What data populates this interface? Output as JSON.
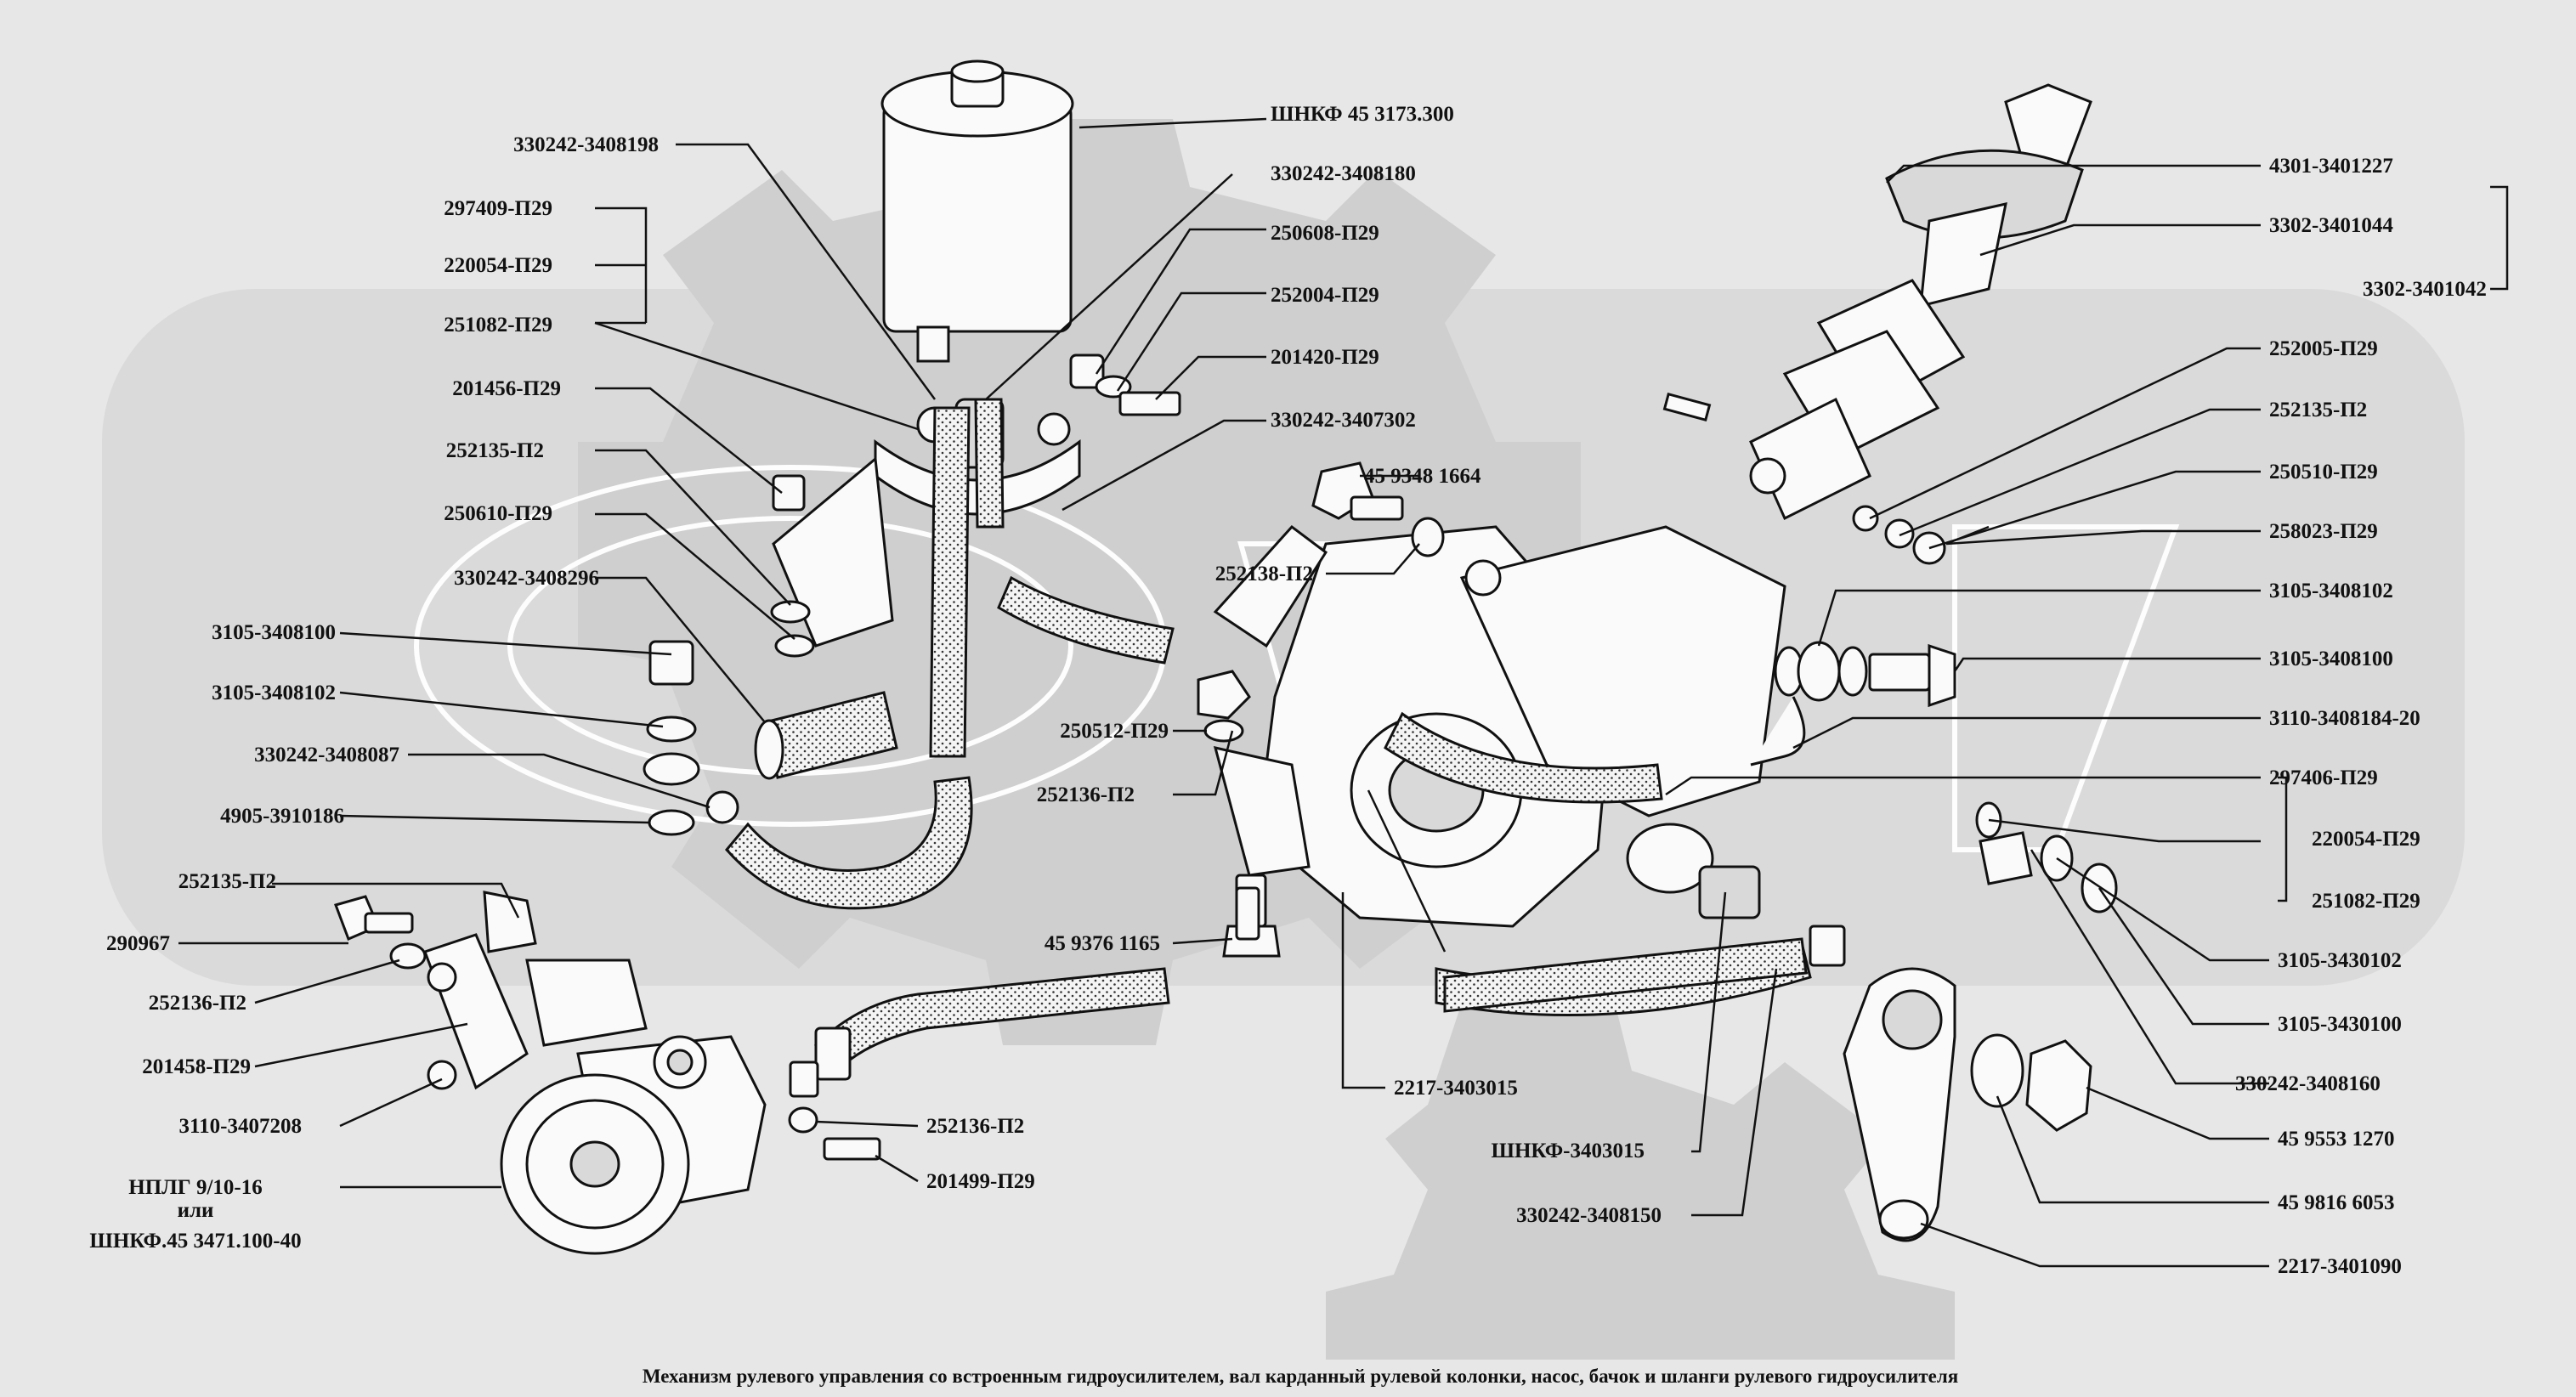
{
  "caption": "Механизм рулевого управления со   встроенным гидроусилителем, вал карданный рулевой колонки, насос, бачок и шланги рулевого гидроусилителя",
  "labels": {
    "l_shnkf45_3173": "ШНКФ 45 3173.300",
    "l_330242_3408198": "330242-3408198",
    "l_330242_3408180": "330242-3408180",
    "l_297409": "297409-П29",
    "l_250608": "250608-П29",
    "l_220054_left": "220054-П29",
    "l_252004": "252004-П29",
    "l_251082_left": "251082-П29",
    "l_201420": "201420-П29",
    "l_201456": "201456-П29",
    "l_330242_3407302": "330242-3407302",
    "l_252135_a": "252135-П2",
    "l_459348": "45 9348 1664",
    "l_250610": "250610-П29",
    "l_330242_3408296": "330242-3408296",
    "l_252138": "252138-П2",
    "l_3105_3408100_left": "3105-3408100",
    "l_3105_3408102_left": "3105-3408102",
    "l_250512": "250512-П29",
    "l_330242_3408087": "330242-3408087",
    "l_252136_a": "252136-П2",
    "l_4905_3910186": "4905-3910186",
    "l_252135_b": "252135-П2",
    "l_290967": "290967",
    "l_459376": "45 9376 1165",
    "l_252136_b": "252136-П2",
    "l_201458": "201458-П29",
    "l_2217_3403015": "2217-3403015",
    "l_3110_3407208": "3110-3407208",
    "l_252136_c": "252136-П2",
    "l_shnkf_3403015": "ШНКФ-3403015",
    "l_201499": "201499-П29",
    "l_nplg_1": "НПЛГ 9/10-16",
    "l_nplg_2": "или",
    "l_nplg_3": "ШНКФ.45 3471.100-40",
    "l_330242_3408150": "330242-3408150",
    "l_4301_3401227": "4301-3401227",
    "l_3302_3401044": "3302-3401044",
    "l_3302_3401042": "3302-3401042",
    "l_252005": "252005-П29",
    "l_252135_c": "252135-П2",
    "l_250510": "250510-П29",
    "l_258023": "258023-П29",
    "l_3105_3408102_right": "3105-3408102",
    "l_3105_3408100_right": "3105-3408100",
    "l_3110_3408184": "3110-3408184-20",
    "l_297406": "297406-П29",
    "l_220054_right": "220054-П29",
    "l_251082_right": "251082-П29",
    "l_3105_3430102": "3105-3430102",
    "l_3105_3430100": "3105-3430100",
    "l_330242_3408160": "330242-3408160",
    "l_459553": "45 9553 1270",
    "l_459816": "45 9816 6053",
    "l_2217_3401090": "2217-3401090"
  }
}
